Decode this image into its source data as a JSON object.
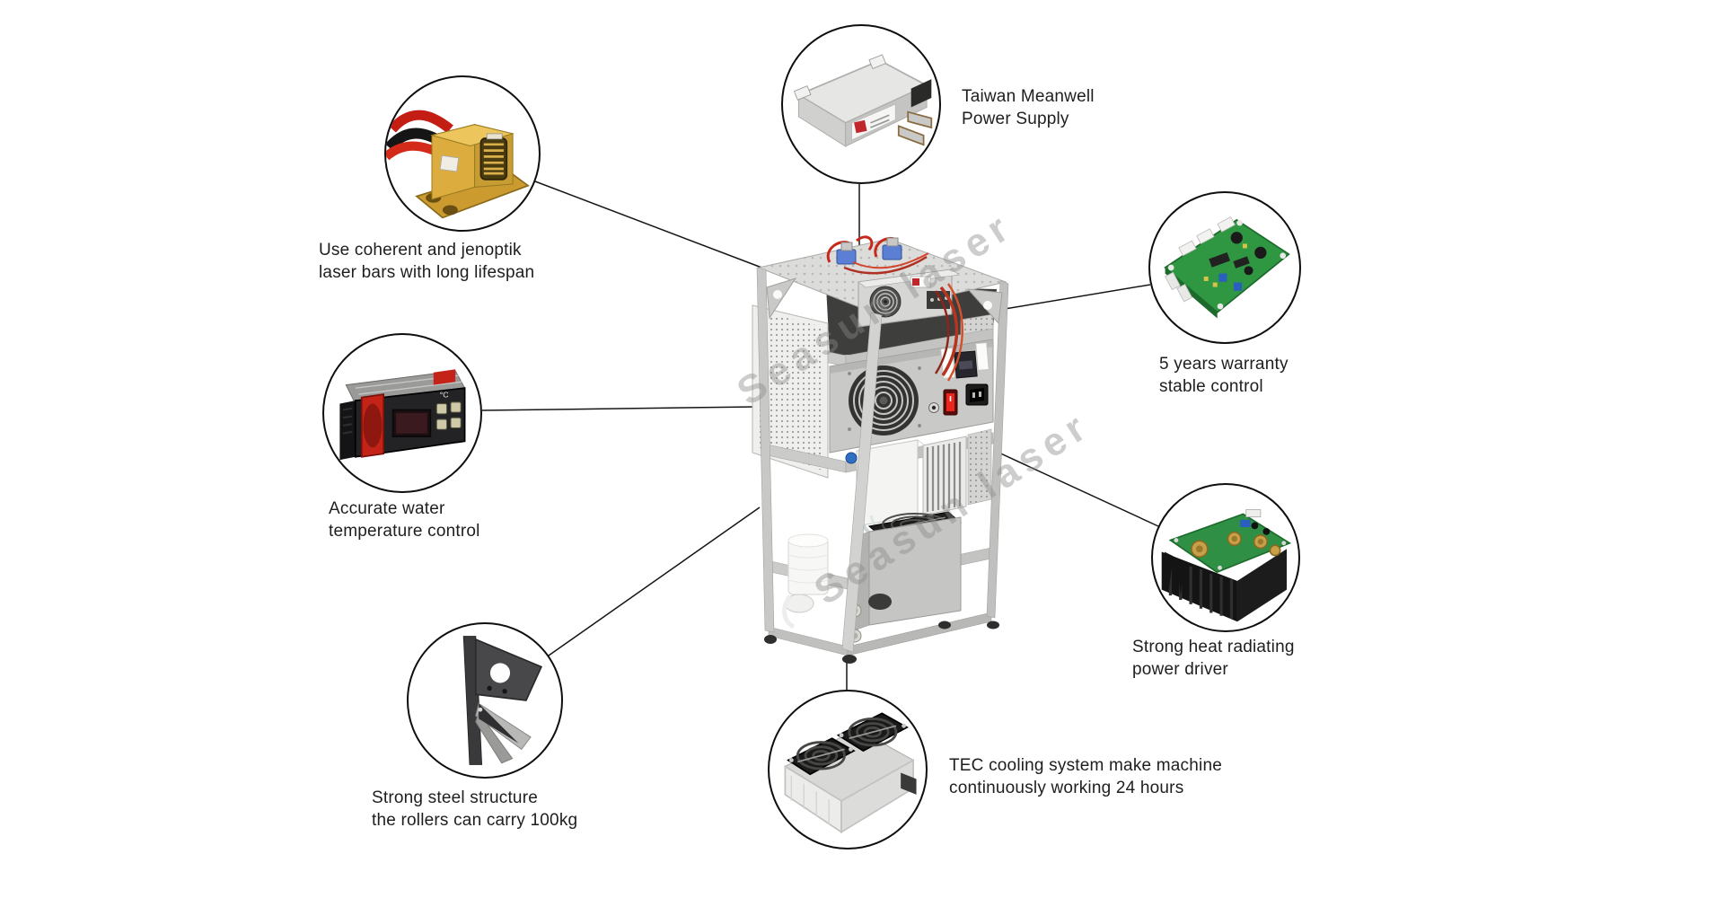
{
  "diagram": {
    "watermark": "Seasun laser",
    "machine": {
      "icon": "diode-laser-machine-photo"
    },
    "callouts": [
      {
        "id": "laser-bar",
        "icon": "laser-diode-module-image",
        "line1": "Use coherent and jenoptik",
        "line2": "laser bars with long lifespan"
      },
      {
        "id": "power-supply",
        "icon": "meanwell-power-supply-image",
        "line1": "Taiwan Meanwell",
        "line2": "Power Supply"
      },
      {
        "id": "control-board",
        "icon": "control-pcb-image",
        "line1": "5 years warranty",
        "line2": "stable control"
      },
      {
        "id": "temp-controller",
        "icon": "temperature-controller-image",
        "line1": "Accurate water",
        "line2": "temperature control"
      },
      {
        "id": "power-driver",
        "icon": "heatsink-driver-board-image",
        "line1": "Strong heat radiating",
        "line2": "power driver"
      },
      {
        "id": "steel-structure",
        "icon": "steel-frame-bracket-image",
        "line1": "Strong steel structure",
        "line2": "the rollers can carry 100kg"
      },
      {
        "id": "tec-cooling",
        "icon": "tec-cooling-unit-image",
        "line1": "TEC cooling system make machine",
        "line2": "continuously working 24 hours"
      }
    ]
  }
}
